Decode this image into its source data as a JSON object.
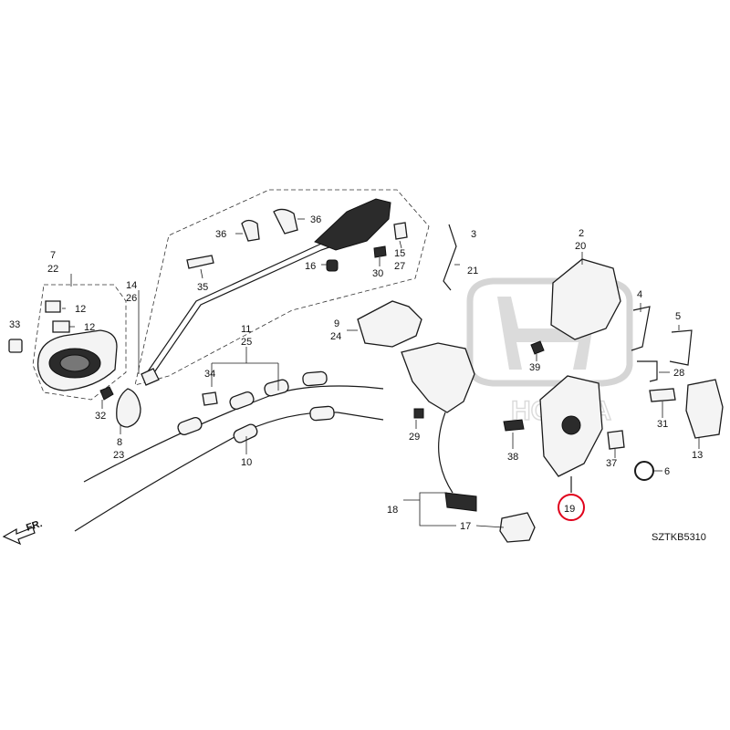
{
  "diagram": {
    "code": "SZTKB5310",
    "direction_label": "FR.",
    "highlight_color": "#e0001b",
    "callouts": [
      {
        "id": "c7",
        "text": "7"
      },
      {
        "id": "c22",
        "text": "22"
      },
      {
        "id": "c33",
        "text": "33"
      },
      {
        "id": "c12a",
        "text": "12"
      },
      {
        "id": "c12b",
        "text": "12"
      },
      {
        "id": "c32",
        "text": "32"
      },
      {
        "id": "c8",
        "text": "8"
      },
      {
        "id": "c23",
        "text": "23"
      },
      {
        "id": "c14",
        "text": "14"
      },
      {
        "id": "c26",
        "text": "26"
      },
      {
        "id": "c36a",
        "text": "36"
      },
      {
        "id": "c36b",
        "text": "36"
      },
      {
        "id": "c35",
        "text": "35"
      },
      {
        "id": "c16",
        "text": "16"
      },
      {
        "id": "c30",
        "text": "30"
      },
      {
        "id": "c15",
        "text": "15"
      },
      {
        "id": "c27",
        "text": "27"
      },
      {
        "id": "c11",
        "text": "11"
      },
      {
        "id": "c25",
        "text": "25"
      },
      {
        "id": "c34",
        "text": "34"
      },
      {
        "id": "c10",
        "text": "10"
      },
      {
        "id": "c3",
        "text": "3"
      },
      {
        "id": "c21",
        "text": "21"
      },
      {
        "id": "c9",
        "text": "9"
      },
      {
        "id": "c24",
        "text": "24"
      },
      {
        "id": "c29",
        "text": "29"
      },
      {
        "id": "c18",
        "text": "18"
      },
      {
        "id": "c17",
        "text": "17"
      },
      {
        "id": "c2",
        "text": "2"
      },
      {
        "id": "c20",
        "text": "20"
      },
      {
        "id": "c39",
        "text": "39"
      },
      {
        "id": "c38",
        "text": "38"
      },
      {
        "id": "c19",
        "text": "19"
      },
      {
        "id": "c37",
        "text": "37"
      },
      {
        "id": "c4",
        "text": "4"
      },
      {
        "id": "c5",
        "text": "5"
      },
      {
        "id": "c28",
        "text": "28"
      },
      {
        "id": "c31",
        "text": "31"
      },
      {
        "id": "c13",
        "text": "13"
      },
      {
        "id": "c6",
        "text": "6"
      }
    ]
  }
}
